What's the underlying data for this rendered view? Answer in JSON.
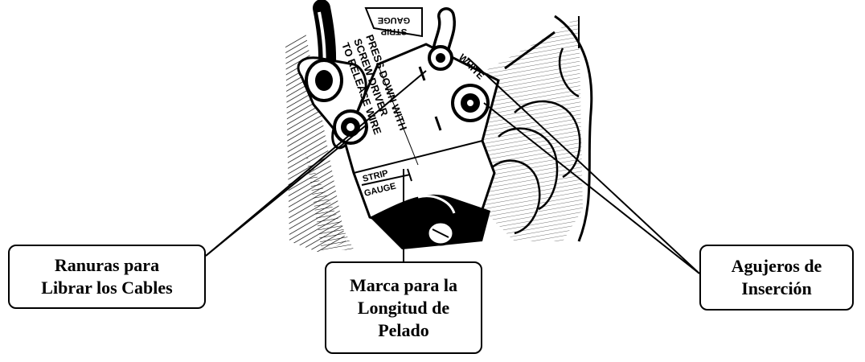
{
  "illustration": {
    "printed_text": {
      "instruction": [
        "PRESS DOWN WITH",
        "SCREW DRIVER",
        "TO RELEASE WIRE"
      ],
      "strip_gauge": [
        "STRIP",
        "GAUGE"
      ],
      "strip_gauge_top": [
        "STRIP",
        "GAUGE"
      ],
      "wire_color": "WHITE"
    }
  },
  "callouts": {
    "release_slots": [
      "Ranuras para",
      "Librar los Cables"
    ],
    "strip_length_mark": [
      "Marca para la",
      "Longitud de",
      "Pelado"
    ],
    "insertion_holes": [
      "Agujeros de",
      "Inserción"
    ]
  },
  "colors": {
    "ink": "#000000",
    "paper": "#ffffff"
  }
}
